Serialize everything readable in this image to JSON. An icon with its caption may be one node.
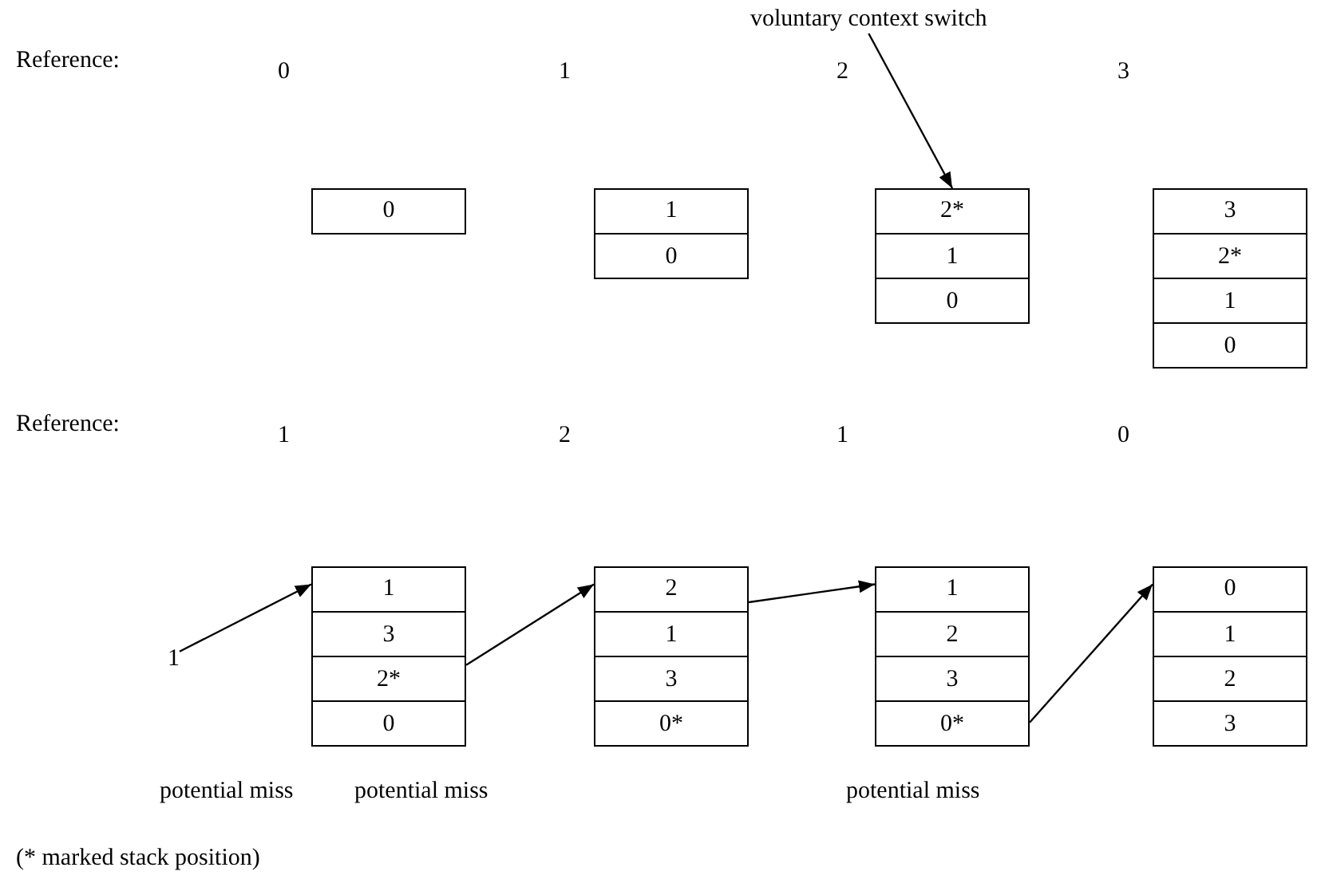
{
  "diagram": {
    "nodes": [
      {
        "text": [
          "voluntary context switch"
        ]
      },
      {
        "text": [],
        "shape": "box"
      },
      {
        "text": [
          "0"
        ],
        "in": 1
      },
      {
        "text": [],
        "shape": "box"
      },
      {
        "text": [
          "1"
        ],
        "in": 3
      },
      {
        "text": [
          "0"
        ],
        "in": 3
      },
      {
        "text": [],
        "shape": "box"
      },
      {
        "text": [
          "2*"
        ],
        "in": 6
      },
      {
        "text": [
          "1"
        ],
        "in": 6
      },
      {
        "text": [
          "0"
        ],
        "in": 6
      },
      {
        "text": [],
        "shape": "box"
      },
      {
        "text": [
          "3"
        ],
        "in": 10
      },
      {
        "text": [
          "2*"
        ],
        "in": 10
      },
      {
        "text": [
          "1"
        ],
        "in": 10
      },
      {
        "text": [
          "0"
        ],
        "in": 10
      },
      {
        "text": [
          "1"
        ]
      },
      {
        "text": [],
        "shape": "box"
      },
      {
        "text": [
          "1"
        ],
        "in": 16
      },
      {
        "text": [
          "3"
        ],
        "in": 16
      },
      {
        "text": [
          "2*"
        ],
        "in": 16
      },
      {
        "text": [
          "0"
        ],
        "in": 16
      },
      {
        "text": [],
        "shape": "box"
      },
      {
        "text": [
          "2"
        ],
        "in": 21
      },
      {
        "text": [
          "1"
        ],
        "in": 21
      },
      {
        "text": [
          "3"
        ],
        "in": 21
      },
      {
        "text": [
          "0*"
        ],
        "in": 21
      },
      {
        "text": [],
        "shape": "box"
      },
      {
        "text": [
          "1"
        ],
        "in": 26
      },
      {
        "text": [
          "2"
        ],
        "in": 26
      },
      {
        "text": [
          "3"
        ],
        "in": 26
      },
      {
        "text": [
          "0*"
        ],
        "in": 26
      },
      {
        "text": [],
        "shape": "box"
      },
      {
        "text": [
          "0"
        ],
        "in": 31
      },
      {
        "text": [
          "1"
        ],
        "in": 31
      },
      {
        "text": [
          "2"
        ],
        "in": 31
      },
      {
        "text": [
          "3"
        ],
        "in": 31
      }
    ],
    "edges": [
      {
        "from": 0,
        "to": 6,
        "arrow": "to"
      },
      {
        "from": 15,
        "to": 16,
        "arrow": "to"
      },
      {
        "from": 16,
        "to": 21,
        "arrow": "to"
      },
      {
        "from": 21,
        "to": 26,
        "arrow": "to"
      },
      {
        "from": 26,
        "to": 31,
        "arrow": "to"
      }
    ],
    "labels": [
      "Reference:",
      "0",
      "1",
      "2",
      "3",
      "Reference:",
      "1",
      "2",
      "1",
      "0",
      "potential miss",
      "potential miss",
      "potential miss",
      "(* marked stack position)"
    ]
  }
}
